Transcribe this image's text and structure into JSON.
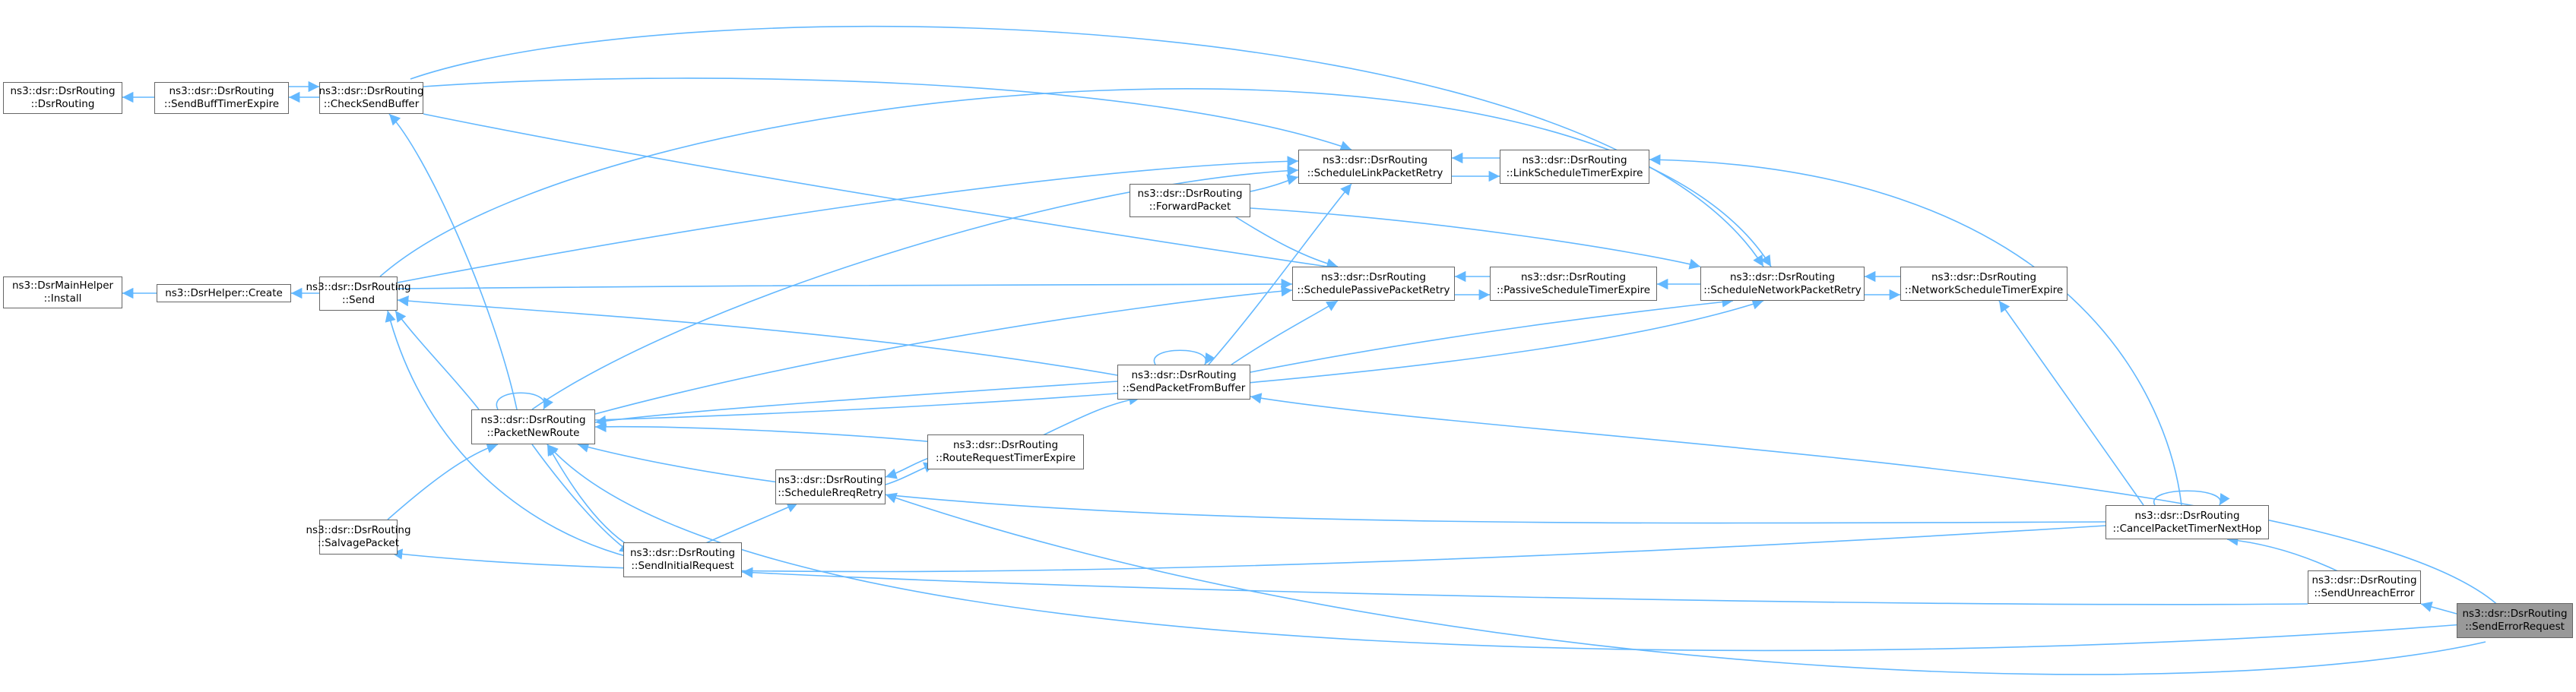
{
  "colors": {
    "edge": "#63b8ff",
    "node_border": "#666666",
    "node_fill": "#ffffff",
    "highlight_fill": "#999999"
  },
  "nodes": {
    "dsr_routing": {
      "lines": [
        "ns3::dsr::DsrRouting",
        "::DsrRouting"
      ]
    },
    "send_buff_timer": {
      "lines": [
        "ns3::dsr::DsrRouting",
        "::SendBuffTimerExpire"
      ]
    },
    "check_send_buffer": {
      "lines": [
        "ns3::dsr::DsrRouting",
        "::CheckSendBuffer"
      ]
    },
    "main_helper_install": {
      "lines": [
        "ns3::DsrMainHelper",
        "::Install"
      ]
    },
    "helper_create": {
      "lines": [
        "ns3::DsrHelper::Create"
      ]
    },
    "send": {
      "lines": [
        "ns3::dsr::DsrRouting",
        "::Send"
      ]
    },
    "packet_new_route": {
      "lines": [
        "ns3::dsr::DsrRouting",
        "::PacketNewRoute"
      ]
    },
    "salvage_packet": {
      "lines": [
        "ns3::dsr::DsrRouting",
        "::SalvagePacket"
      ]
    },
    "send_initial_request": {
      "lines": [
        "ns3::dsr::DsrRouting",
        "::SendInitialRequest"
      ]
    },
    "schedule_rreq_retry": {
      "lines": [
        "ns3::dsr::DsrRouting",
        "::ScheduleRreqRetry"
      ]
    },
    "route_request_timer": {
      "lines": [
        "ns3::dsr::DsrRouting",
        "::RouteRequestTimerExpire"
      ]
    },
    "send_packet_from_buffer": {
      "lines": [
        "ns3::dsr::DsrRouting",
        "::SendPacketFromBuffer"
      ]
    },
    "forward_packet": {
      "lines": [
        "ns3::dsr::DsrRouting",
        "::ForwardPacket"
      ]
    },
    "schedule_link_retry": {
      "lines": [
        "ns3::dsr::DsrRouting",
        "::ScheduleLinkPacketRetry"
      ]
    },
    "schedule_passive_retry": {
      "lines": [
        "ns3::dsr::DsrRouting",
        "::SchedulePassivePacketRetry"
      ]
    },
    "link_schedule_timer": {
      "lines": [
        "ns3::dsr::DsrRouting",
        "::LinkScheduleTimerExpire"
      ]
    },
    "passive_schedule_timer": {
      "lines": [
        "ns3::dsr::DsrRouting",
        "::PassiveScheduleTimerExpire"
      ]
    },
    "schedule_network_retry": {
      "lines": [
        "ns3::dsr::DsrRouting",
        "::ScheduleNetworkPacketRetry"
      ]
    },
    "network_schedule_timer": {
      "lines": [
        "ns3::dsr::DsrRouting",
        "::NetworkScheduleTimerExpire"
      ]
    },
    "cancel_packet_timer": {
      "lines": [
        "ns3::dsr::DsrRouting",
        "::CancelPacketTimerNextHop"
      ]
    },
    "send_unreach_error": {
      "lines": [
        "ns3::dsr::DsrRouting",
        "::SendUnreachError"
      ]
    },
    "send_error_request": {
      "lines": [
        "ns3::dsr::DsrRouting",
        "::SendErrorRequest"
      ]
    }
  }
}
